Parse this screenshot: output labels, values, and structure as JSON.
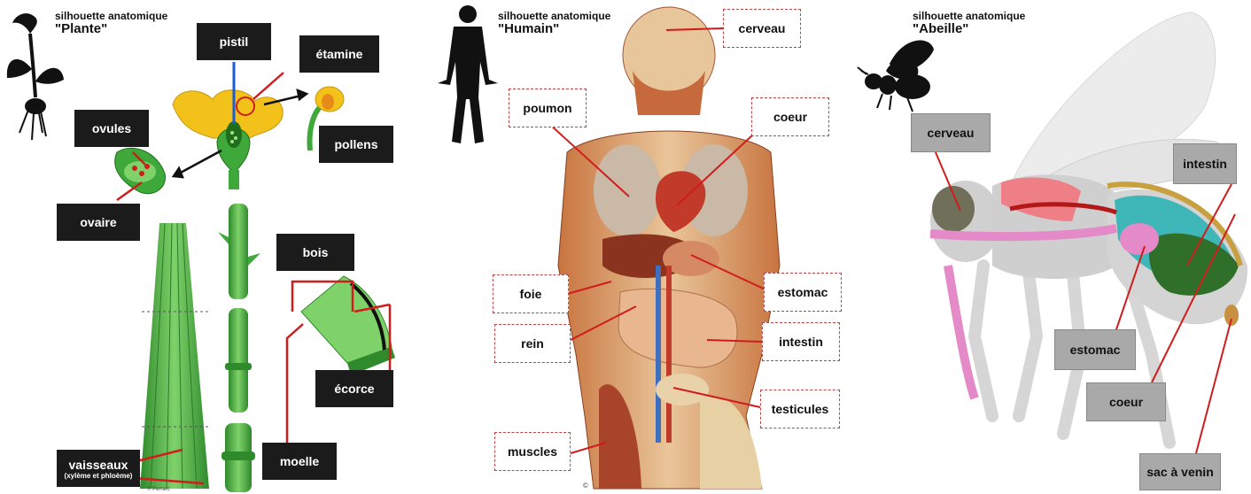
{
  "panels": {
    "plant": {
      "title_line1": "silhouette anatomique",
      "title_line2": "\"Plante\"",
      "labels": {
        "pistil": "pistil",
        "etamine": "étamine",
        "ovules": "ovules",
        "pollens": "pollens",
        "ovaire": "ovaire",
        "bois": "bois",
        "ecorce": "écorce",
        "moelle": "moelle",
        "vaisseaux": "vaisseaux",
        "vaisseaux_sub": "(xylème et phloème)"
      },
      "credit": "© Perrarc"
    },
    "human": {
      "title_line1": "silhouette anatomique",
      "title_line2": "\"Humain\"",
      "labels": {
        "cerveau": "cerveau",
        "poumon": "poumon",
        "coeur": "coeur",
        "foie": "foie",
        "estomac": "estomac",
        "rein": "rein",
        "intestin": "intestin",
        "testicules": "testicules",
        "muscles": "muscles"
      },
      "credit": "©"
    },
    "bee": {
      "title_line1": "silhouette anatomique",
      "title_line2": "\"Abeille\"",
      "labels": {
        "cerveau": "cerveau",
        "intestin": "intestin",
        "estomac": "estomac",
        "coeur": "coeur",
        "sac_a_venin": "sac à venin"
      }
    }
  },
  "colors": {
    "plant_label_bg": "#1b1b1b",
    "human_label_border": "#bb4444",
    "bee_label_bg": "#a9a9a9",
    "pointer_red": "#d01c1c",
    "plant_green": "#4fae4a",
    "flower_yellow": "#f2c21a"
  }
}
